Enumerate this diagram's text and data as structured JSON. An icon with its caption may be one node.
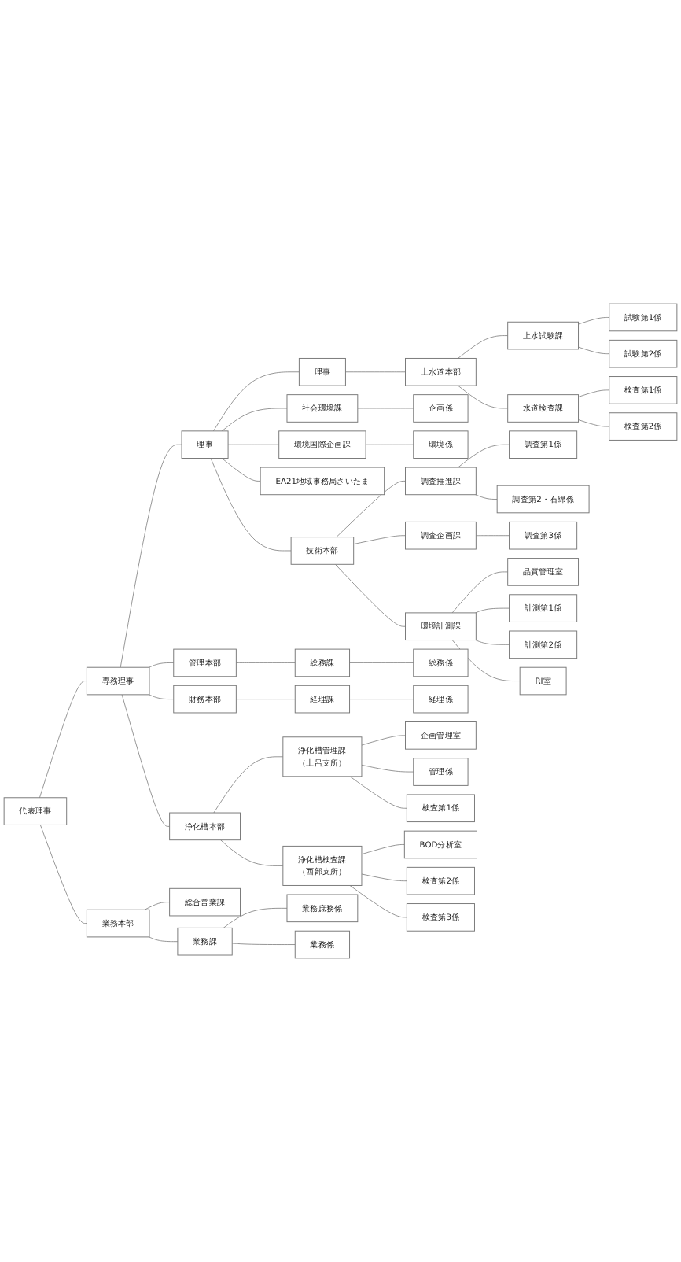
{
  "diagram": {
    "nodes": [
      {
        "text": [
          "代表理事"
        ]
      },
      {
        "text": [
          "専務理事"
        ]
      },
      {
        "text": [
          "管理本部"
        ]
      },
      {
        "text": [
          "総務課"
        ]
      },
      {
        "text": [
          "総務係"
        ]
      },
      {
        "text": [
          "財務本部"
        ]
      },
      {
        "text": [
          "経理課"
        ]
      },
      {
        "text": [
          "経理係"
        ]
      },
      {
        "text": [
          "理事"
        ]
      },
      {
        "text": [
          "社会環境課"
        ]
      },
      {
        "text": [
          "企画係"
        ]
      },
      {
        "text": [
          "環境国際企画課"
        ]
      },
      {
        "text": [
          "環境係"
        ]
      },
      {
        "text": [
          "EA21地域事務局さいたま"
        ]
      },
      {
        "text": [
          "業務本部"
        ]
      },
      {
        "text": [
          "総合営業課"
        ]
      },
      {
        "text": [
          "業務課"
        ]
      },
      {
        "text": [
          "業務庶務係"
        ]
      },
      {
        "text": [
          "業務係"
        ]
      },
      {
        "text": [
          "技術本部"
        ]
      },
      {
        "text": [
          "調査推進課"
        ]
      },
      {
        "text": [
          "調査第1係"
        ]
      },
      {
        "text": [
          "調査第2・石綿係"
        ]
      },
      {
        "text": [
          "調査企画課"
        ]
      },
      {
        "text": [
          "調査第3係"
        ]
      },
      {
        "text": [
          "環境計測課"
        ]
      },
      {
        "text": [
          "品質管理室"
        ]
      },
      {
        "text": [
          "計測第1係"
        ]
      },
      {
        "text": [
          "計測第2係"
        ]
      },
      {
        "text": [
          "RI室"
        ]
      },
      {
        "text": [
          "理事"
        ]
      },
      {
        "text": [
          "上水道本部"
        ]
      },
      {
        "text": [
          "上水試験課"
        ]
      },
      {
        "text": [
          "試験第1係"
        ]
      },
      {
        "text": [
          "試験第2係"
        ]
      },
      {
        "text": [
          "水道検査課"
        ]
      },
      {
        "text": [
          "検査第1係"
        ]
      },
      {
        "text": [
          "検査第2係"
        ]
      },
      {
        "text": [
          "浄化槽本部"
        ]
      },
      {
        "text": [
          "浄化槽管理課",
          "（土呂支所）"
        ]
      },
      {
        "text": [
          "企画管理室"
        ]
      },
      {
        "text": [
          "管理係"
        ]
      },
      {
        "text": [
          "検査第1係"
        ]
      },
      {
        "text": [
          "浄化槽検査課",
          "（西部支所）"
        ]
      },
      {
        "text": [
          "BOD分析室"
        ]
      },
      {
        "text": [
          "検査第2係"
        ]
      },
      {
        "text": [
          "検査第3係"
        ]
      }
    ],
    "edges": [
      {
        "from": 0,
        "to": 1,
        "arrow": "none"
      },
      {
        "from": 1,
        "to": 8,
        "arrow": "none"
      },
      {
        "from": 8,
        "to": 30,
        "arrow": "none"
      },
      {
        "from": 0,
        "to": 14,
        "arrow": "none"
      },
      {
        "from": 1,
        "to": 2,
        "arrow": "none"
      },
      {
        "from": 1,
        "to": 5,
        "arrow": "none"
      },
      {
        "from": 1,
        "to": 38,
        "arrow": "none"
      },
      {
        "from": 2,
        "to": 3,
        "arrow": "none"
      },
      {
        "from": 3,
        "to": 4,
        "arrow": "none"
      },
      {
        "from": 5,
        "to": 6,
        "arrow": "none"
      },
      {
        "from": 6,
        "to": 7,
        "arrow": "none"
      },
      {
        "from": 8,
        "to": 9,
        "arrow": "none"
      },
      {
        "from": 8,
        "to": 11,
        "arrow": "none"
      },
      {
        "from": 8,
        "to": 13,
        "arrow": "none"
      },
      {
        "from": 8,
        "to": 19,
        "arrow": "none"
      },
      {
        "from": 9,
        "to": 10,
        "arrow": "none"
      },
      {
        "from": 11,
        "to": 12,
        "arrow": "none"
      },
      {
        "from": 14,
        "to": 15,
        "arrow": "none"
      },
      {
        "from": 14,
        "to": 16,
        "arrow": "none"
      },
      {
        "from": 16,
        "to": 17,
        "arrow": "none"
      },
      {
        "from": 16,
        "to": 18,
        "arrow": "none"
      },
      {
        "from": 19,
        "to": 20,
        "arrow": "none"
      },
      {
        "from": 19,
        "to": 23,
        "arrow": "none"
      },
      {
        "from": 19,
        "to": 25,
        "arrow": "none"
      },
      {
        "from": 20,
        "to": 21,
        "arrow": "none"
      },
      {
        "from": 20,
        "to": 22,
        "arrow": "none"
      },
      {
        "from": 23,
        "to": 24,
        "arrow": "none"
      },
      {
        "from": 25,
        "to": 26,
        "arrow": "none"
      },
      {
        "from": 25,
        "to": 27,
        "arrow": "none"
      },
      {
        "from": 25,
        "to": 28,
        "arrow": "none"
      },
      {
        "from": 25,
        "to": 29,
        "arrow": "none"
      },
      {
        "from": 30,
        "to": 31,
        "arrow": "none"
      },
      {
        "from": 31,
        "to": 32,
        "arrow": "none"
      },
      {
        "from": 31,
        "to": 35,
        "arrow": "none"
      },
      {
        "from": 32,
        "to": 33,
        "arrow": "none"
      },
      {
        "from": 32,
        "to": 34,
        "arrow": "none"
      },
      {
        "from": 35,
        "to": 36,
        "arrow": "none"
      },
      {
        "from": 35,
        "to": 37,
        "arrow": "none"
      },
      {
        "from": 38,
        "to": 39,
        "arrow": "none"
      },
      {
        "from": 38,
        "to": 43,
        "arrow": "none"
      },
      {
        "from": 39,
        "to": 40,
        "arrow": "none"
      },
      {
        "from": 39,
        "to": 41,
        "arrow": "none"
      },
      {
        "from": 39,
        "to": 42,
        "arrow": "none"
      },
      {
        "from": 43,
        "to": 44,
        "arrow": "none"
      },
      {
        "from": 43,
        "to": 45,
        "arrow": "none"
      },
      {
        "from": 43,
        "to": 46,
        "arrow": "none"
      }
    ]
  }
}
